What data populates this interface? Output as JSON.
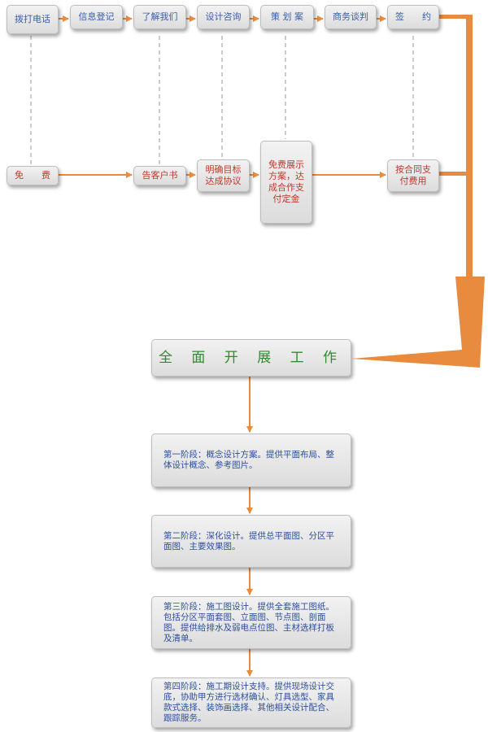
{
  "colors": {
    "arrow": "#e98b3f",
    "dashed": "#999999",
    "top_text": "#3a5fa8",
    "red_text": "#c0392b",
    "stage_text": "#2c4fa0",
    "main_text": "#2f8a2f"
  },
  "top_steps": [
    {
      "label": "拨打电话"
    },
    {
      "label": "信息登记"
    },
    {
      "label": "了解我们"
    },
    {
      "label": "设计咨询"
    },
    {
      "label": "策 划 案"
    },
    {
      "label": "商务谈判"
    },
    {
      "label": "签　　约"
    }
  ],
  "bottom_steps": [
    {
      "label": "免　　费"
    },
    {
      "label": "告客户书"
    },
    {
      "label": "明确目标达成协议"
    },
    {
      "label": "免费展示方案，达成合作支付定金"
    },
    {
      "label": "按合同支付费用"
    }
  ],
  "main_box": {
    "label": "全 面 开 展 工 作"
  },
  "stages": [
    {
      "label": "第一阶段：",
      "desc": "概念设计方案。提供平面布局、整体设计概念、参考图片。"
    },
    {
      "label": "第二阶段：",
      "desc": "深化设计。提供总平面图、分区平面图、主要效果图。"
    },
    {
      "label": "第三阶段：",
      "desc": "施工图设计。提供全套施工图纸。包括分区平面套图、立面图、节点图、剖面图。提供给排水及弱电点位图、主材选样打板及清单。"
    },
    {
      "label": "第四阶段：",
      "desc": "施工期设计支持。提供现场设计交底，协助甲方进行选材确认、灯具选型、家具款式选择、装饰画选择、其他相关设计配合、跟踪服务。"
    }
  ]
}
